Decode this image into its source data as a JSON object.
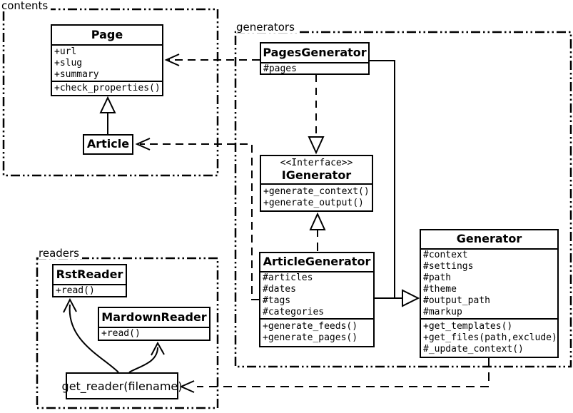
{
  "packages": {
    "contents": "contents",
    "generators": "generators",
    "readers": "readers"
  },
  "classes": {
    "page": {
      "title": "Page",
      "attrs": [
        "+url",
        "+slug",
        "+summary"
      ],
      "methods": [
        "+check_properties()"
      ]
    },
    "article": {
      "title": "Article"
    },
    "pagesGenerator": {
      "title": "PagesGenerator",
      "attrs": [
        "#pages"
      ]
    },
    "iGenerator": {
      "stereotype": "<<Interface>>",
      "title": "IGenerator",
      "methods": [
        "+generate_context()",
        "+generate_output()"
      ]
    },
    "articleGenerator": {
      "title": "ArticleGenerator",
      "attrs": [
        "#articles",
        "#dates",
        "#tags",
        "#categories"
      ],
      "methods": [
        "+generate_feeds()",
        "+generate_pages()"
      ]
    },
    "generator": {
      "title": "Generator",
      "attrs": [
        "#context",
        "#settings",
        "#path",
        "#theme",
        "#output_path",
        "#markup"
      ],
      "methods": [
        "+get_templates()",
        "+get_files(path,exclude)",
        "#_update_context()"
      ]
    },
    "rstReader": {
      "title": "RstReader",
      "methods": [
        "+read()"
      ]
    },
    "mardownReader": {
      "title": "MardownReader",
      "methods": [
        "+read()"
      ]
    },
    "getReader": {
      "title": "get_reader(filename)"
    }
  },
  "colors": {
    "line": "#000000",
    "background": "#ffffff"
  }
}
